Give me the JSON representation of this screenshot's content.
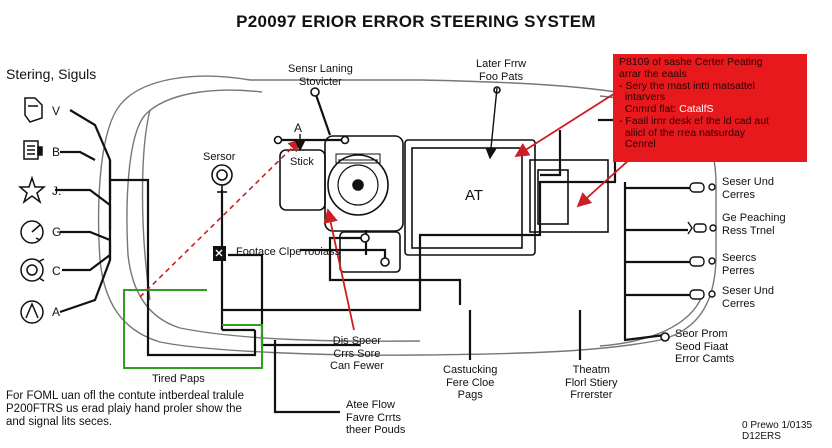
{
  "title": "P20097 ERIOR ERROR STEERING SYSTEM",
  "left_panel": {
    "title": "Stering, Siguls",
    "items": [
      {
        "icon": "hand-icon",
        "label": "V"
      },
      {
        "icon": "document-icon",
        "label": "B"
      },
      {
        "icon": "star-icon",
        "label": "J."
      },
      {
        "icon": "gauge-icon",
        "label": "G"
      },
      {
        "icon": "steering-warning-icon",
        "label": "C"
      },
      {
        "icon": "tire-icon",
        "label": "A"
      }
    ]
  },
  "labels": {
    "sensor_laning": "Sensr Laning\nStovicter",
    "letter_a": "A",
    "sensor": "Sersor",
    "stick": "Stick",
    "later_frrw": "Later Frrw\nFoo Pats",
    "at": "AT",
    "footage": "Footace Clpe rooiass",
    "dis_speer": "Dis Speer\nCrrs Sore\nCan Fewer",
    "castucking": "Castucking\nFere Cloe\nPags",
    "theatm": "Theatm\nFlorl Stiery\nFrrerster",
    "seor_prom": "Seor Prom\nSeod Fiaat\nError Camts",
    "tired_paps": "Tired Paps",
    "atee_flow": "Atee Flow\nFavre Crrts\ntheer Pouds"
  },
  "right_legend": [
    {
      "icon": "sensor-icon",
      "label": "Seser Und\nCerres"
    },
    {
      "icon": "sensor-icon",
      "label": "Ge Peaching\nRess Trnel"
    },
    {
      "icon": "sensor-icon",
      "label": "Seercs\nPerres"
    },
    {
      "icon": "sensor-icon",
      "label": "Seser Und\nCerres"
    }
  ],
  "callout": {
    "line1": "P8109 of sashe Certer Peating\narrar the eaals",
    "line2": "- Sery the mast intti matsattel\n  intarvers",
    "line3": "  Cnmrd flat: ",
    "highlight": "CatalfS",
    "line4": "- Faail irnr desk ef the ld cad aut\n  aliicl of the rrea natsurday\n  Cenrel"
  },
  "footer": "For FOML uan ofl the contute intberdeal tralule\nP200FTRS us erad plaiy hand proler show the\nand signal lits seces.",
  "corner_note": "0 Prewo 1/0135\nD12ERS",
  "colors": {
    "callout_bg": "#e8191c",
    "arrow": "#cc1f24",
    "green_box": "#2f9e1f",
    "wire": "#111111"
  }
}
